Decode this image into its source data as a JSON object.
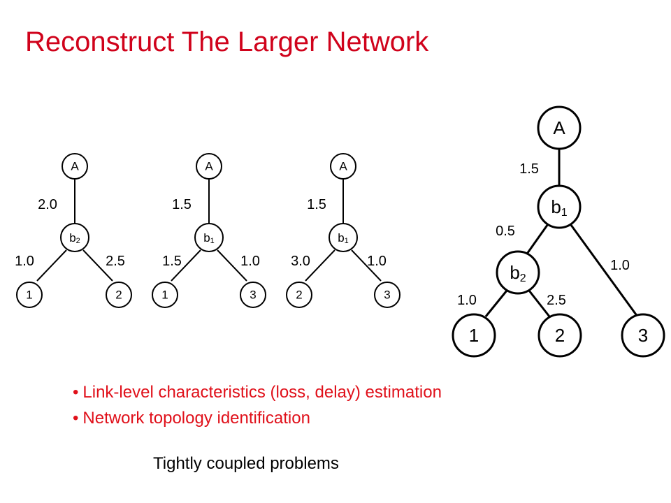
{
  "slide": {
    "title": "Reconstruct The Larger Network",
    "bullets": [
      "Link-level characteristics (loss, delay) estimation",
      "Network topology identification"
    ],
    "footer": "Tightly coupled problems"
  },
  "colors": {
    "title": "#d0021b",
    "bullets": "#e0101a",
    "text": "#000000"
  },
  "diagrams": [
    {
      "nodes": {
        "root": "A",
        "branch": "b",
        "branch_sub": "2",
        "left": "1",
        "right": "2"
      },
      "edges": {
        "root": "2.0",
        "left": "1.0",
        "right": "2.5"
      }
    },
    {
      "nodes": {
        "root": "A",
        "branch": "b",
        "branch_sub": "1",
        "left": "1",
        "right": "3"
      },
      "edges": {
        "root": "1.5",
        "left": "1.5",
        "right": "1.0"
      }
    },
    {
      "nodes": {
        "root": "A",
        "branch": "b",
        "branch_sub": "1",
        "left": "2",
        "right": "3"
      },
      "edges": {
        "root": "1.5",
        "left": "3.0",
        "right": "1.0"
      }
    },
    {
      "nodes": {
        "root": "A",
        "b1": "b",
        "b1_sub": "1",
        "b2": "b",
        "b2_sub": "2",
        "leaf1": "1",
        "leaf2": "2",
        "leaf3": "3"
      },
      "edges": {
        "a_b1": "1.5",
        "b1_b2": "0.5",
        "b1_3": "1.0",
        "b2_1": "1.0",
        "b2_2": "2.5"
      }
    }
  ]
}
